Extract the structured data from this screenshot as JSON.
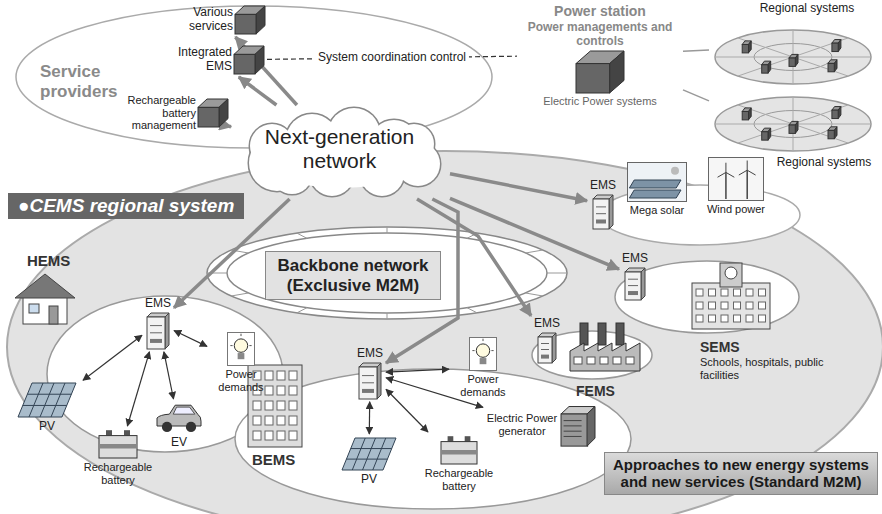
{
  "diagram": {
    "nodes": [
      {
        "text": [
          "Service providers"
        ]
      },
      {
        "text": [
          "Various services"
        ],
        "in": 0
      },
      {
        "text": [
          "Integrated EMS"
        ],
        "in": 0
      },
      {
        "text": [
          "Rechargeable battery management"
        ],
        "in": 0
      },
      {
        "text": [
          "Power station",
          "Power managements and controls",
          "Electric Power systems"
        ]
      },
      {
        "text": [
          "Regional systems"
        ]
      },
      {
        "text": [
          "Regional systems"
        ]
      },
      {
        "text": [
          "Next-generation network"
        ]
      },
      {
        "text": [
          "●CEMS regional system"
        ]
      },
      {
        "text": [
          "Backbone network (Exclusive M2M)"
        ],
        "in": 8
      },
      {
        "text": [
          "HEMS"
        ],
        "in": 8
      },
      {
        "text": [
          "EMS"
        ],
        "in": 10
      },
      {
        "text": [
          "PV"
        ],
        "in": 10
      },
      {
        "text": [
          "Rechargeable battery"
        ],
        "in": 10
      },
      {
        "text": [
          "EV"
        ],
        "in": 10
      },
      {
        "text": [
          "Power demands"
        ],
        "in": 10
      },
      {
        "text": [
          "EMS"
        ],
        "in": 8
      },
      {
        "text": [
          "Mega solar"
        ],
        "in": 8
      },
      {
        "text": [
          "Wind power"
        ],
        "in": 8
      },
      {
        "text": [
          "SEMS",
          "Schools, hospitals, public facilities"
        ],
        "in": 8
      },
      {
        "text": [
          "EMS"
        ],
        "in": 19
      },
      {
        "text": [
          "FEMS"
        ],
        "in": 8
      },
      {
        "text": [
          "EMS"
        ],
        "in": 21
      },
      {
        "text": [
          "BEMS"
        ],
        "in": 8
      },
      {
        "text": [
          "EMS"
        ],
        "in": 23
      },
      {
        "text": [
          "Power demands"
        ],
        "in": 23
      },
      {
        "text": [
          "PV"
        ],
        "in": 23
      },
      {
        "text": [
          "Rechargeable battery"
        ],
        "in": 23
      },
      {
        "text": [
          "Electric Power generator"
        ],
        "in": 23
      },
      {
        "text": [
          "Approaches to new energy systems and new services (Standard M2M)"
        ]
      }
    ],
    "edges": [
      {
        "from": 7,
        "to": 1,
        "arrow": "to"
      },
      {
        "from": 7,
        "to": 2,
        "arrow": "to"
      },
      {
        "from": 7,
        "to": 3,
        "arrow": "to"
      },
      {
        "from": 2,
        "to": 4,
        "label": "System coordination control",
        "arrow": "none"
      },
      {
        "from": 4,
        "to": 5,
        "arrow": "none"
      },
      {
        "from": 4,
        "to": 6,
        "arrow": "none"
      },
      {
        "from": 7,
        "to": 11,
        "arrow": "to"
      },
      {
        "from": 7,
        "to": 24,
        "arrow": "to"
      },
      {
        "from": 7,
        "to": 22,
        "arrow": "to"
      },
      {
        "from": 7,
        "to": 20,
        "arrow": "to"
      },
      {
        "from": 7,
        "to": 16,
        "arrow": "to"
      },
      {
        "from": 11,
        "to": 12,
        "arrow": "both"
      },
      {
        "from": 11,
        "to": 13,
        "arrow": "both"
      },
      {
        "from": 11,
        "to": 14,
        "arrow": "both"
      },
      {
        "from": 11,
        "to": 15,
        "arrow": "both"
      },
      {
        "from": 24,
        "to": 25,
        "arrow": "both"
      },
      {
        "from": 24,
        "to": 26,
        "arrow": "both"
      },
      {
        "from": 24,
        "to": 27,
        "arrow": "both"
      },
      {
        "from": 24,
        "to": 28,
        "arrow": "both"
      }
    ]
  }
}
